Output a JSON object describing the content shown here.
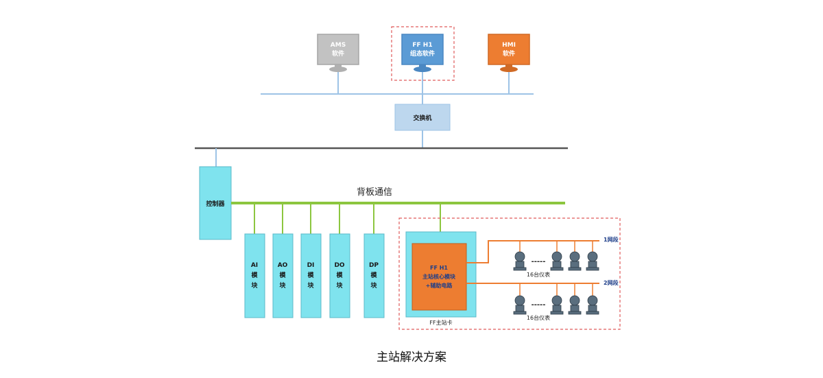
{
  "workstations": [
    {
      "line1": "AMS",
      "line2": "软件",
      "color": "#c2c2c2"
    },
    {
      "line1": "FF H1",
      "line2": "组态软件",
      "color": "#5b9bd5"
    },
    {
      "line1": "HMI",
      "line2": "软件",
      "color": "#ed7d31"
    }
  ],
  "switch_label": "交换机",
  "controller_label": "控制器",
  "backplane_label": "背板通信",
  "io_modules": [
    {
      "line1": "AI",
      "line2": "模",
      "line3": "块"
    },
    {
      "line1": "AO",
      "line2": "模",
      "line3": "块"
    },
    {
      "line1": "DI",
      "line2": "模",
      "line3": "块"
    },
    {
      "line1": "DO",
      "line2": "模",
      "line3": "块"
    },
    {
      "line1": "DP",
      "line2": "模",
      "line3": "块"
    }
  ],
  "master_core": {
    "line1": "FF H1",
    "line2": "主站核心模块",
    "line3": "+辅助电路"
  },
  "master_card_label": "FF主站卡",
  "segments": [
    {
      "label": "1网段",
      "devices_label": "16台仪表"
    },
    {
      "label": "2网段",
      "devices_label": "16台仪表"
    }
  ],
  "ellipsis": "-----",
  "caption": "主站解决方案",
  "colors": {
    "module_fill": "#7fe3ee",
    "bus_green": "#8cc63f",
    "orange": "#ed7d31",
    "dash_red": "#e05a5a",
    "ethernet_blue": "#9dc3e6"
  }
}
